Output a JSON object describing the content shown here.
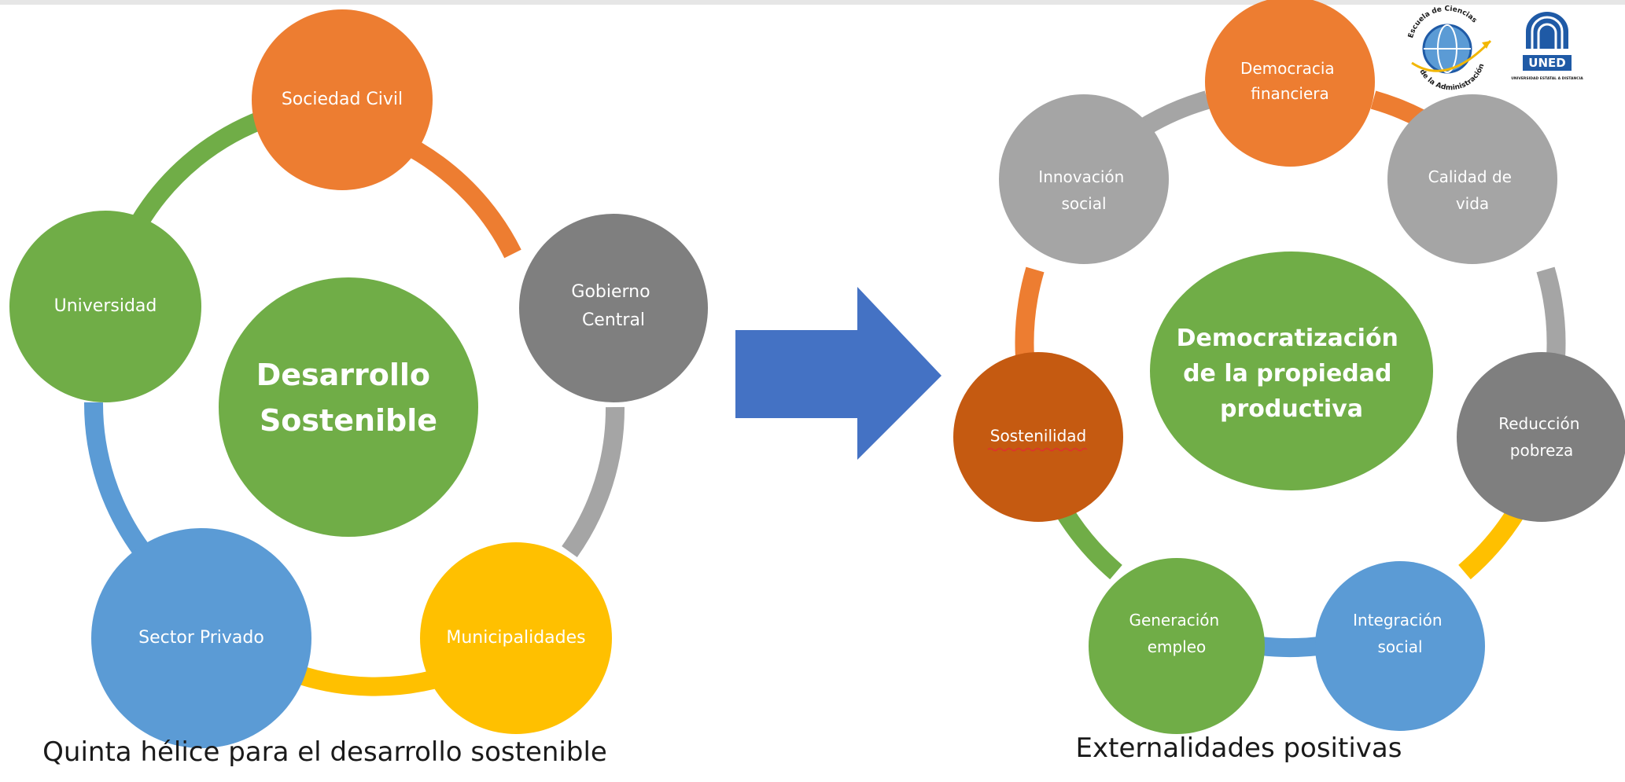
{
  "left_diagram": {
    "center": "Desarrollo Sostenible",
    "nodes": [
      {
        "label": "Sociedad Civil"
      },
      {
        "label": "Gobierno Central"
      },
      {
        "label": "Municipalidades"
      },
      {
        "label": "Sector Privado"
      },
      {
        "label": "Universidad"
      }
    ],
    "caption": "Quinta hélice para el desarrollo sostenible"
  },
  "right_diagram": {
    "center": "Democratización de la propiedad productiva",
    "nodes": [
      {
        "label": "Democracia financiera"
      },
      {
        "label": "Calidad de vida"
      },
      {
        "label": "Reducción pobreza"
      },
      {
        "label": "Integración social"
      },
      {
        "label": "Generación empleo"
      },
      {
        "label": "Sostenilidad"
      },
      {
        "label": "Innovación social"
      }
    ],
    "caption": "Externalidades positivas"
  },
  "logos": {
    "school": "Escuela de Ciencias de la Administración",
    "university": "UNED",
    "university_sub": "UNIVERSIDAD ESTATAL A DISTANCIA"
  },
  "colors": {
    "orange": "#ED7D31",
    "dark_orange": "#C55A11",
    "gray": "#A5A5A5",
    "dark_gray": "#7F7F7F",
    "yellow": "#FFC000",
    "blue": "#5B9BD5",
    "green": "#70AD47",
    "arrow": "#4472C4",
    "uned_blue": "#1F5AA6"
  }
}
